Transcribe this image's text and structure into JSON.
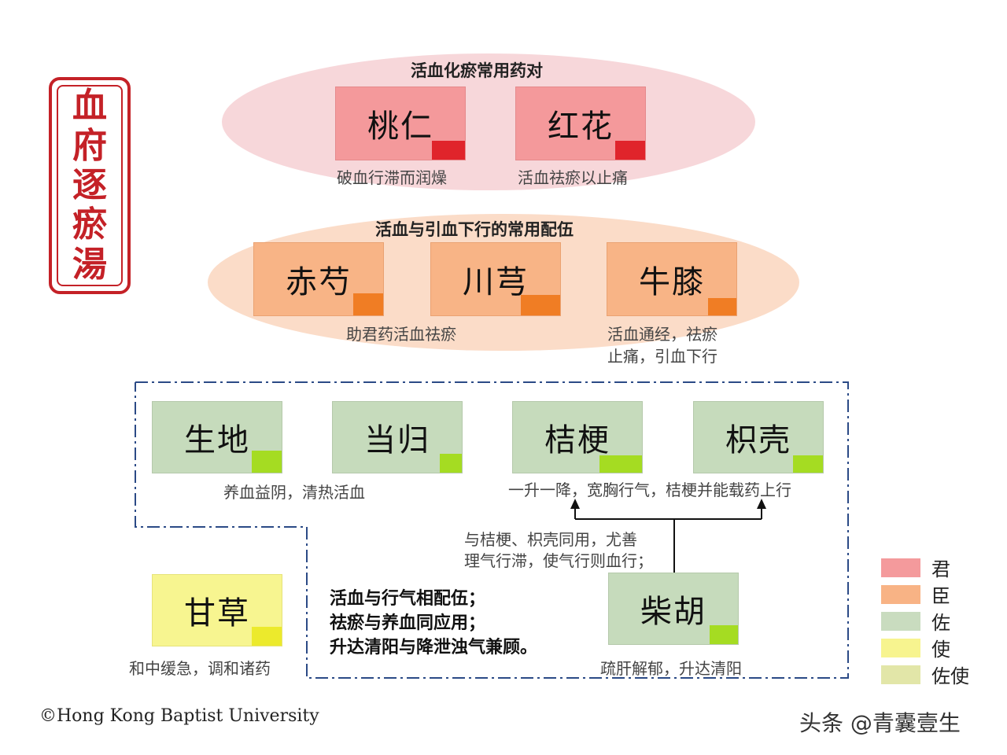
{
  "seal": {
    "chars": [
      "血",
      "府",
      "逐",
      "瘀",
      "湯"
    ],
    "color": "#c42127"
  },
  "group1": {
    "title": "活血化瘀常用药对",
    "herbs": [
      {
        "name": "桃仁",
        "desc": "破血行滞而润燥"
      },
      {
        "name": "红花",
        "desc": "活血祛瘀以止痛"
      }
    ]
  },
  "group2": {
    "title": "活血与引血下行的常用配伍",
    "herbs": [
      {
        "name": "赤芍"
      },
      {
        "name": "川芎"
      },
      {
        "name": "牛膝"
      }
    ],
    "desc_shared": "助君药活血祛瘀",
    "desc_niuxi": [
      "活血通经，祛瘀",
      "止痛，引血下行"
    ]
  },
  "group3": {
    "herbs": [
      {
        "name": "生地"
      },
      {
        "name": "当归"
      },
      {
        "name": "桔梗"
      },
      {
        "name": "枳壳"
      }
    ],
    "desc_left": "养血益阴，清热活血",
    "desc_right": "一升一降，宽胸行气，桔梗并能载药上行",
    "chaihu_note": [
      "与桔梗、枳壳同用，尤善",
      "理气行滞，使气行则血行；"
    ],
    "chaihu": {
      "name": "柴胡",
      "desc": "疏肝解郁，升达清阳"
    },
    "summary": [
      "活血与行气相配伍；",
      "祛瘀与养血同应用；",
      "升达清阳与降泄浊气兼顾。"
    ]
  },
  "gancao": {
    "name": "甘草",
    "desc": "和中缓急，调和诸药"
  },
  "legend": [
    {
      "label": "君",
      "color": "#f49a9c"
    },
    {
      "label": "臣",
      "color": "#f8b385"
    },
    {
      "label": "佐",
      "color": "#c9dcbf"
    },
    {
      "label": "使",
      "color": "#f7f48f"
    },
    {
      "label": "佐使",
      "color": "#e2e6a8"
    }
  ],
  "colors": {
    "jun_box": "#f4999b",
    "jun_mark": "#e0242b",
    "jun_ellipse": "#f7d7da",
    "chen_box": "#f8b486",
    "chen_mark": "#f07d24",
    "chen_ellipse": "#fbdcc8",
    "zuo_box": "#c6dbbc",
    "zuo_mark": "#a5dc22",
    "shi_box": "#f7f590",
    "shi_mark": "#ecea2c",
    "frame": "#2b4a86"
  },
  "copyright": "©Hong Kong Baptist University",
  "watermark": "头条 @青囊壹生"
}
